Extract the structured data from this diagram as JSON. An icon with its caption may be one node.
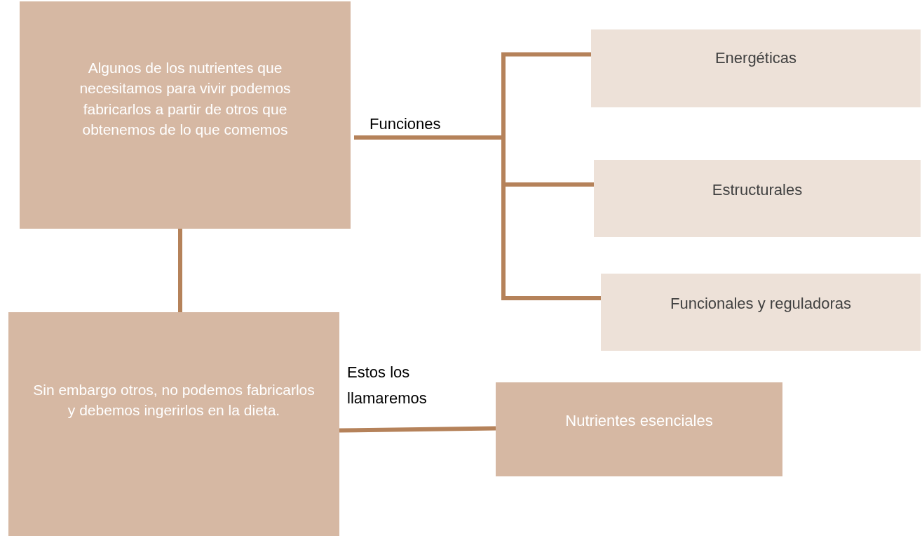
{
  "diagram": {
    "nodes": [
      {
        "text": [
          "Algunos de los nutrientes que necesitamos para vivir podemos fabricarlos a partir de otros que obtenemos de lo que comemos"
        ]
      },
      {
        "text": [
          "Energéticas"
        ]
      },
      {
        "text": [
          "Estructurales"
        ]
      },
      {
        "text": [
          "Funcionales y reguladoras"
        ]
      },
      {
        "text": [
          "Sin embargo otros, no podemos fabricarlos y debemos ingerirlos en la dieta."
        ]
      },
      {
        "text": [
          "Nutrientes esenciales"
        ]
      }
    ],
    "edges": [
      {
        "from": 0,
        "to": 1,
        "arrow": "none",
        "label": "Funciones"
      },
      {
        "from": 0,
        "to": 2,
        "arrow": "none"
      },
      {
        "from": 0,
        "to": 3,
        "arrow": "none"
      },
      {
        "from": 0,
        "to": 4,
        "arrow": "none"
      },
      {
        "from": 4,
        "to": 5,
        "arrow": "none",
        "label": "Estos los llamaremos"
      }
    ]
  }
}
